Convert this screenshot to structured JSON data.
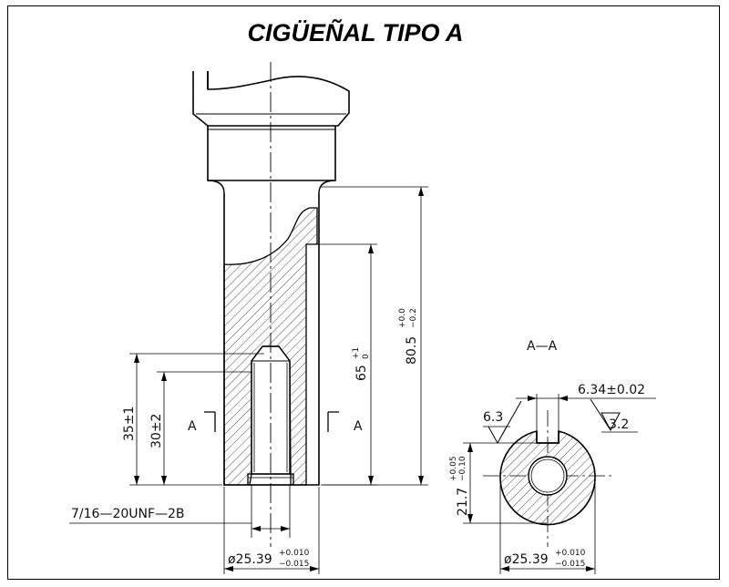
{
  "title": "CIGÜEÑAL TIPO A",
  "section_label": "A—A",
  "section_marks": [
    "A",
    "A"
  ],
  "thread_spec": "7/16—20UNF—2B",
  "dims": {
    "dia_main": {
      "base": "ø25.39",
      "upper": "+0.010",
      "lower": "−0.015"
    },
    "dia_section": {
      "base": "ø25.39",
      "upper": "+0.010",
      "lower": "−0.015"
    },
    "len_35": "35±1",
    "len_30": "30±2",
    "len_65": {
      "base": "65",
      "upper": "+1",
      "lower": "0"
    },
    "len_80": {
      "base": "80.5",
      "upper": "+0.0",
      "lower": "−0.2"
    },
    "len_21": {
      "base": "21.7",
      "upper": "+0.05",
      "lower": "−0.10"
    },
    "keyway": "6.34±0.02",
    "rough_1": "6.3",
    "rough_2": "3.2"
  }
}
